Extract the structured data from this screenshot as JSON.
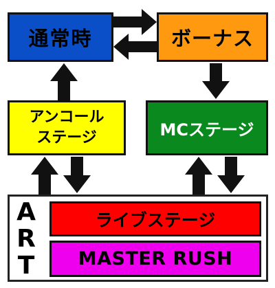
{
  "colors": {
    "normal": "#0a4fc8",
    "bonus": "#ff9a10",
    "encore": "#ffff00",
    "mc": "#0a8a1e",
    "live": "#ff0000",
    "rush": "#ee00ee",
    "arrow": "#111111"
  },
  "states": {
    "normal": "通常時",
    "bonus": "ボーナス",
    "encore_line1": "アンコール",
    "encore_line2": "ステージ",
    "mc": "MCステージ"
  },
  "art": {
    "letter_a": "A",
    "letter_r": "R",
    "letter_t": "T",
    "live_stage": "ライブステージ",
    "master_rush": "MASTER RUSH"
  }
}
